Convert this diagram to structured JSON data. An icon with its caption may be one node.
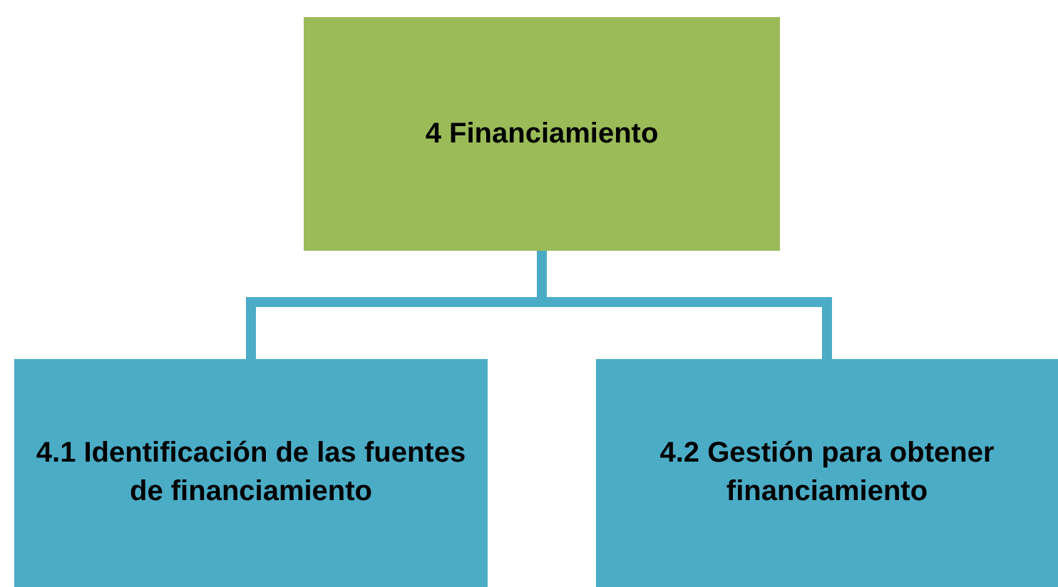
{
  "diagram": {
    "nodes": [
      {
        "text": [
          "4 Financiamiento"
        ]
      },
      {
        "text": [
          "4.1 Identificación de las fuentes de financiamiento"
        ]
      },
      {
        "text": [
          "4.2 Gestión para obtener financiamiento"
        ]
      }
    ],
    "edges": [
      {
        "from": 0,
        "to": 1,
        "arrow": "none"
      },
      {
        "from": 0,
        "to": 2,
        "arrow": "none"
      }
    ]
  }
}
